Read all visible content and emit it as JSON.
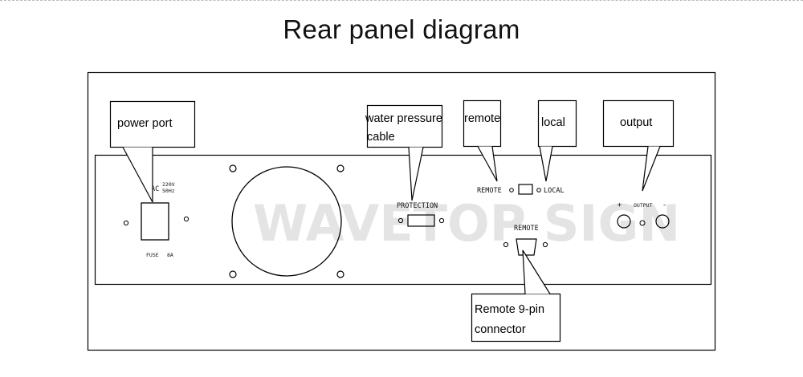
{
  "title": "Rear panel diagram",
  "watermark": "WAVETOP SIGN",
  "callouts": {
    "power_port": "power port",
    "water_pressure_line1": "water pressure",
    "water_pressure_line2": "cable",
    "remote": "remote",
    "local": "local",
    "output": "output",
    "remote_connector_line1": "Remote 9-pin",
    "remote_connector_line2": "connector"
  },
  "panel_labels": {
    "ac_label": "AC",
    "ac_rating": "220V",
    "ac_freq": "50Hz",
    "fuse": "FUSE",
    "fuse_rating": "8A",
    "protection": "PROTECTION",
    "remote_switch": "REMOTE",
    "local_switch": "LOCAL",
    "remote_port": "REMOTE",
    "output_plus": "+",
    "output_label": "OUTPUT",
    "output_minus": "-"
  }
}
